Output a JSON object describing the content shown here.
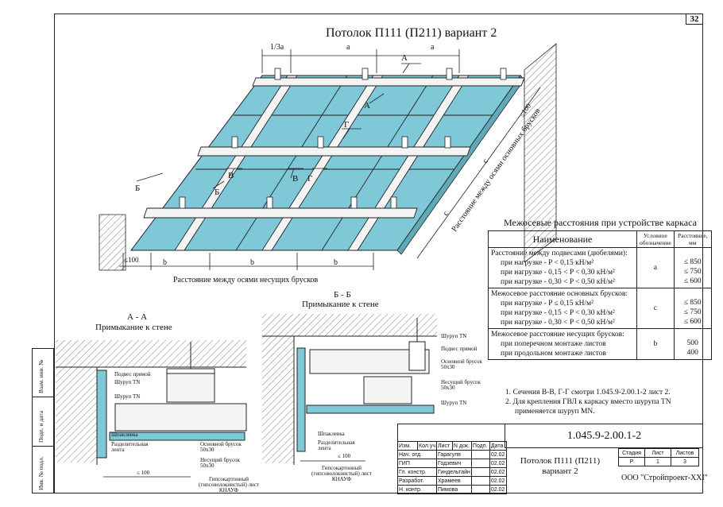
{
  "page_number": "32",
  "title": "Потолок П111 (П211) вариант 2",
  "top_dims": [
    "1/3a",
    "a",
    "a"
  ],
  "section_marks": {
    "A": "А",
    "B": "Б",
    "V": "В",
    "G": "Г"
  },
  "dim_le100": "≤100",
  "dim_b": "b",
  "dim_c": "c",
  "label_bottom_axis": "Расстояние между осями несущих брусков",
  "label_side_axis": "Расстояние между осями основных брусков",
  "table": {
    "title": "Межосевые расстояния при устройстве каркаса",
    "head_name": "Наименование",
    "head_sym": "Условное обозначение",
    "head_dist": "Расстояние, мм",
    "rows": [
      {
        "lines": [
          "Расстояние между подвесами (дюбелями):",
          "при нагрузке -              P < 0,15 кН/м²",
          "при нагрузке -  0,15 < P < 0,30 кН/м²",
          "при нагрузке -  0,30 < P < 0,50 кН/м²"
        ],
        "sym": "a",
        "vals": [
          "≤ 850",
          "≤ 750",
          "≤ 600"
        ]
      },
      {
        "lines": [
          "Межосевое расстояние основных брусков:",
          "при нагрузке -              P ≤ 0,15 кН/м²",
          "при нагрузке -  0,15 < P < 0,30 кН/м²",
          "при нагрузке -  0,30 < P < 0,50 кН/м²"
        ],
        "sym": "c",
        "vals": [
          "≤ 850",
          "≤ 750",
          "≤ 600"
        ]
      },
      {
        "lines": [
          "Межосевое расстояние несущих брусков:",
          "при поперечном монтаже листов",
          "при продольном монтаже листов"
        ],
        "sym": "b",
        "vals": [
          "500",
          "400"
        ]
      }
    ]
  },
  "notes": [
    "1. Сечения В-В, Г-Г смотри 1.045.9-2.00.1-2 лист 2.",
    "2. Для крепления ГВЛ к каркасу вместо шурупа TN",
    "применяется шуруп MN."
  ],
  "section_aa": {
    "title": "А - А",
    "subtitle": "Примыкание к стене",
    "labels": {
      "hanger": "Подвес прямой",
      "screw_tn": "Шуруп TN",
      "screw_tn2": "Шуруп TN",
      "putty": "Шпаклевка",
      "tape": "Разделительная лента",
      "main_bar": "Основной брусок 50х30",
      "carry_bar": "Несущий брусок 50х30",
      "gkl": "Гипсокартонный (гипсоволокнистый) лист КНАУФ",
      "dim": "≤ 100"
    }
  },
  "section_bb": {
    "title": "Б - Б",
    "subtitle": "Примыкание к стене",
    "labels": {
      "screw_tn": "Шуруп TN",
      "hanger": "Подвес прямой",
      "main_bar": "Основной брусок 50х30",
      "carry_bar": "Несущий брусок 50х30",
      "screw_tn2": "Шуруп TN",
      "putty": "Шпаклевка",
      "tape": "Разделительная лента",
      "dim": "≤ 100",
      "gkl": "Гипсокартонный (гипсоволокнистый) лист КНАУФ"
    }
  },
  "side_stamp": [
    "Взам. инв. №",
    "Подп. и дата",
    "Инв. № подл."
  ],
  "stamp": {
    "code": "1.045.9-2.00.1-2",
    "name": "Потолок П111 (П211) вариант 2",
    "org": "ООО \"Стройпроект-XXI\"",
    "head": [
      "Изм.",
      "Кол.уч",
      "Лист",
      "N док.",
      "Подп.",
      "Дата"
    ],
    "people": [
      {
        "role": "Нач. отд.",
        "name": "Гарагуля",
        "date": "02.02"
      },
      {
        "role": "ГИП",
        "name": "Годзевич",
        "date": "02.02"
      },
      {
        "role": "Гл. констр.",
        "name": "Гиндельтайн",
        "date": "02.02"
      },
      {
        "role": "Разработ.",
        "name": "Храмеев",
        "date": "02.02"
      },
      {
        "role": "Н. контр.",
        "name": "Пимова",
        "date": "02.02"
      }
    ],
    "stage_head": [
      "Стадия",
      "Лист",
      "Листов"
    ],
    "stage_vals": [
      "Р",
      "1",
      "3"
    ]
  },
  "colors": {
    "board": "#7ec8d8",
    "wood": "#f4f4f4",
    "line": "#222222"
  }
}
